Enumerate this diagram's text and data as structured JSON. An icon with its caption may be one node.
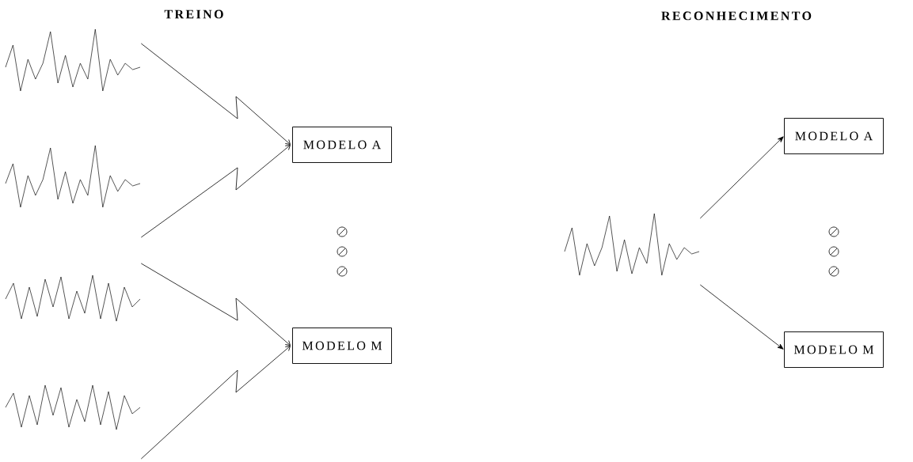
{
  "diagram": {
    "nodes": [
      {
        "text": [],
        "shape": "picture"
      },
      {
        "text": [],
        "shape": "picture"
      },
      {
        "text": [],
        "shape": "picture"
      },
      {
        "text": [],
        "shape": "picture"
      },
      {
        "text": [
          "MODELO A"
        ]
      },
      {
        "text": [
          "MODELO M"
        ]
      },
      {
        "text": [],
        "shape": "picture"
      },
      {
        "text": [
          "MODELO A"
        ]
      },
      {
        "text": [
          "MODELO M"
        ]
      }
    ],
    "edges": [
      {
        "from": 0,
        "to": 4,
        "arrow": "to"
      },
      {
        "from": 1,
        "to": 4,
        "arrow": "to"
      },
      {
        "from": 2,
        "to": 5,
        "arrow": "to"
      },
      {
        "from": 3,
        "to": 5,
        "arrow": "to"
      },
      {
        "from": 6,
        "to": 7,
        "arrow": "to"
      },
      {
        "from": 6,
        "to": 8,
        "arrow": "to"
      }
    ],
    "labels": [
      "TREINO",
      "RECONHECIMENTO"
    ]
  }
}
